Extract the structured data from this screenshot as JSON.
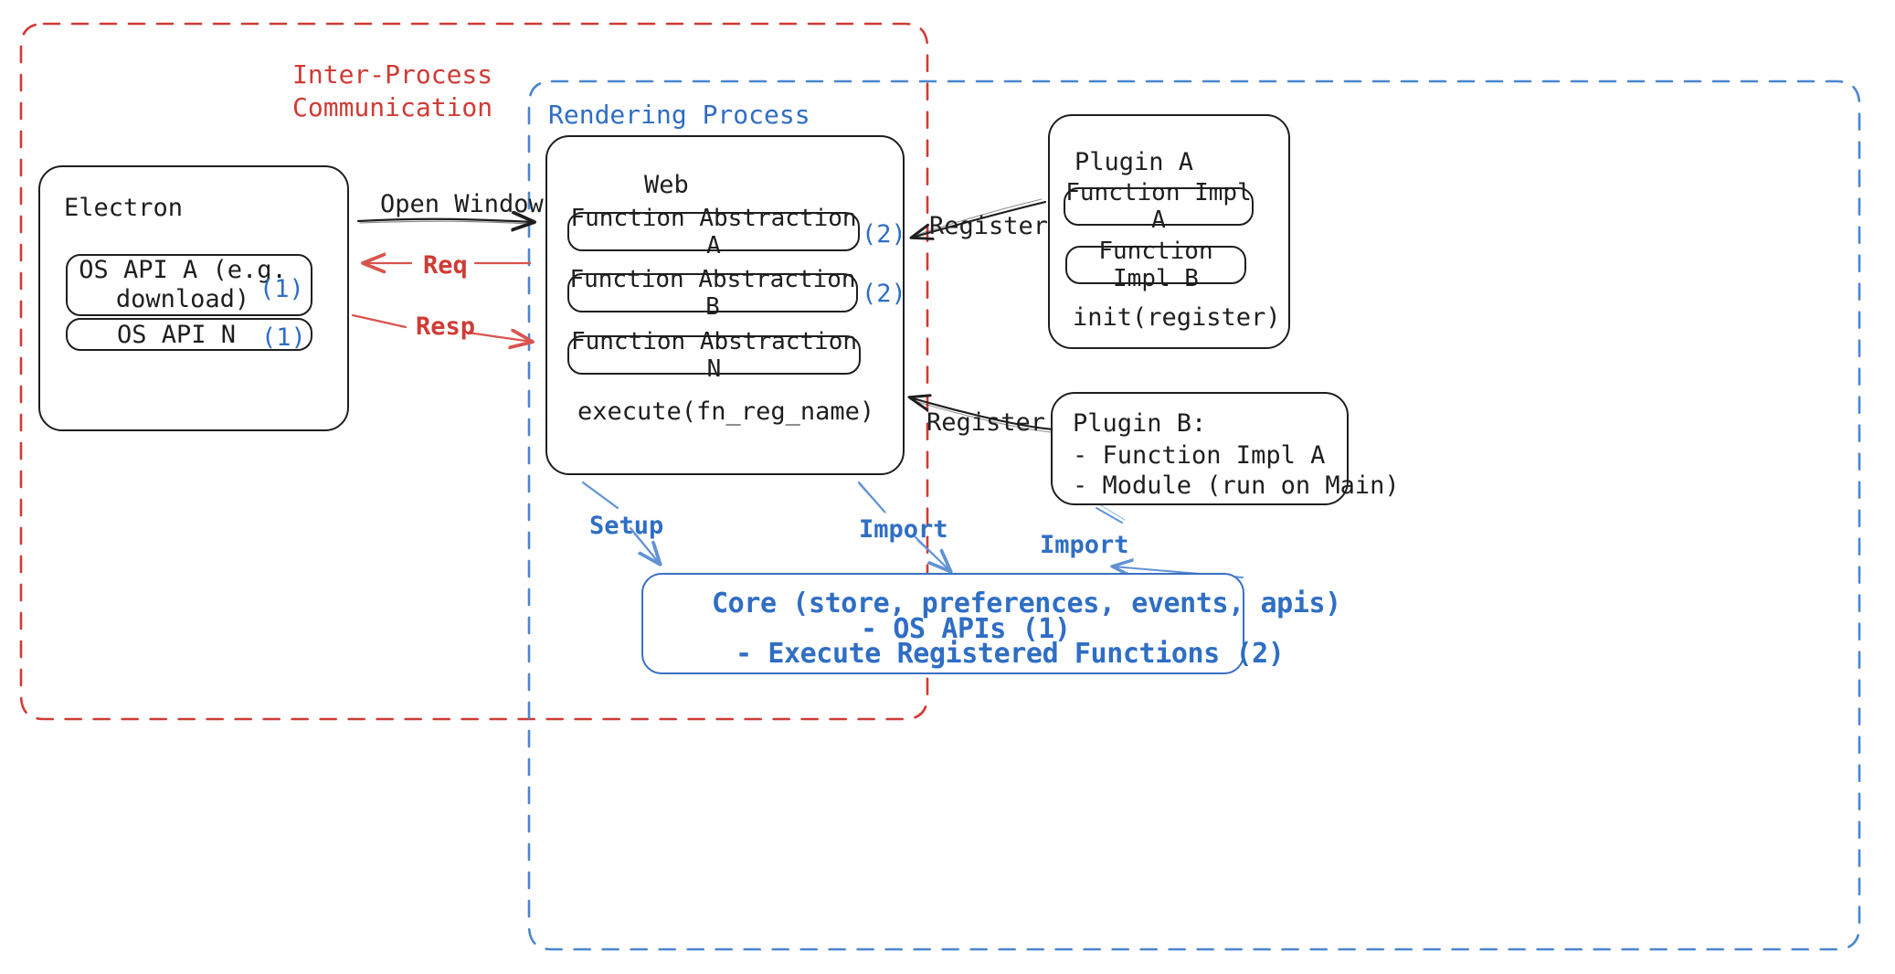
{
  "diagram": {
    "title": "Electron plugin architecture",
    "colors": {
      "red": "#cf3b35",
      "blue": "#2f6ec4",
      "ink": "#1e1e1e",
      "core_blue": "#3a6fc4"
    }
  },
  "boundaries": {
    "ipc": {
      "label": "Inter-Process\nCommunication",
      "color": "#cf3b35",
      "style": "dashed"
    },
    "rendering": {
      "label": "Rendering Process",
      "color": "#2f6ec4",
      "style": "dashed"
    }
  },
  "electron": {
    "title": "Electron",
    "apis": [
      {
        "label": "OS API A (e.g.\ndownload)",
        "tag": "(1)"
      },
      {
        "label": "OS API N",
        "tag": "(1)"
      }
    ]
  },
  "web": {
    "title": "Web",
    "abstractions": [
      {
        "label": "Function Abstraction A",
        "tag": "(2)"
      },
      {
        "label": "Function Abstraction B",
        "tag": "(2)"
      },
      {
        "label": "Function Abstraction N",
        "tag": ""
      }
    ],
    "execute": "execute(fn_reg_name)"
  },
  "plugin_a": {
    "title": "Plugin A",
    "impls": [
      "Function Impl A",
      "Function Impl B"
    ],
    "init": "init(register)"
  },
  "plugin_b": {
    "lines": [
      "Plugin B:",
      "- Function Impl A",
      "- Module (run on Main)"
    ]
  },
  "core": {
    "lines": [
      "Core (store, preferences, events, apis)",
      "- OS APIs (1)",
      "- Execute Registered Functions (2)"
    ]
  },
  "arrows": {
    "open_window": {
      "label": "Open Window",
      "color": "#1e1e1e"
    },
    "req": {
      "label": "Req",
      "color": "#cf3b35"
    },
    "resp": {
      "label": "Resp",
      "color": "#cf3b35"
    },
    "register_a": {
      "label": "Register",
      "color": "#1e1e1e"
    },
    "register_b": {
      "label": "Register",
      "color": "#1e1e1e"
    },
    "setup": {
      "label": "Setup",
      "color": "#2f6ec4"
    },
    "import_web": {
      "label": "Import",
      "color": "#2f6ec4"
    },
    "import_plugin": {
      "label": "Import",
      "color": "#2f6ec4"
    }
  }
}
